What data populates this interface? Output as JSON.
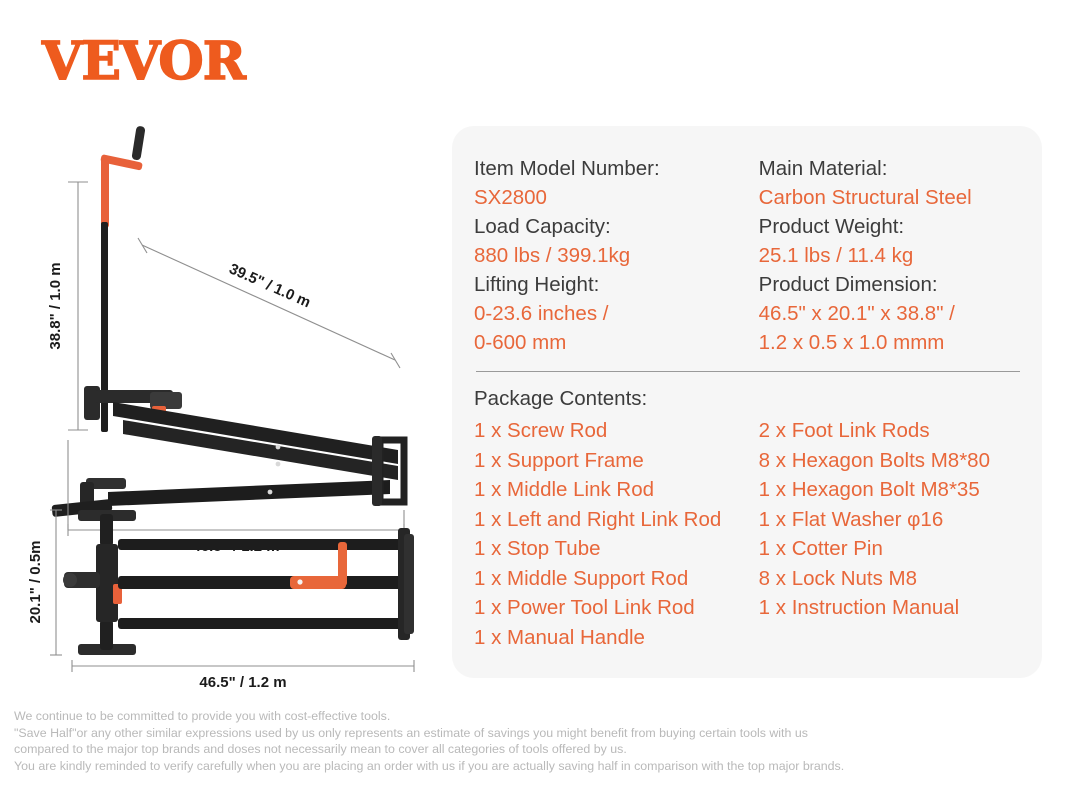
{
  "brand": {
    "logo_text": "VEVOR",
    "logo_color": "#ee5b1e"
  },
  "accent_color": "#e8673a",
  "diagrams": {
    "side_view": {
      "height_label": "38.8\" / 1.0 m",
      "diagonal_label": "39.5\" / 1.0 m",
      "width_label": "46.5\" / 1.2 m"
    },
    "top_view": {
      "depth_label": "20.1\" / 0.5m",
      "width_label": "46.5\" / 1.2 m"
    }
  },
  "specs": {
    "left": [
      {
        "label": "Item Model Number:",
        "value": "SX2800"
      },
      {
        "label": "Load Capacity:",
        "value": "880 lbs / 399.1kg"
      },
      {
        "label": "Lifting Height:",
        "value": "0-23.6 inches /"
      },
      {
        "label": "",
        "value": "0-600 mm"
      }
    ],
    "right": [
      {
        "label": "Main Material:",
        "value": "Carbon Structural Steel"
      },
      {
        "label": "Product Weight:",
        "value": "25.1 lbs / 11.4 kg"
      },
      {
        "label": "Product Dimension:",
        "value": "46.5\" x 20.1\" x 38.8\" /"
      },
      {
        "label": "",
        "value": "1.2 x 0.5 x 1.0 mmm"
      }
    ]
  },
  "package": {
    "title": "Package Contents:",
    "left": [
      "1 x Screw Rod",
      "1 x Support Frame",
      "1 x Middle Link Rod",
      "1 x Left and Right Link Rod",
      "1 x Stop Tube",
      "1 x Middle Support Rod",
      "1 x Power Tool Link Rod",
      "1 x Manual Handle"
    ],
    "right": [
      "2 x Foot Link Rods",
      "8 x Hexagon Bolts M8*80",
      "1 x Hexagon Bolt M8*35",
      "1 x Flat Washer φ16",
      "1 x Cotter Pin",
      "8 x Lock Nuts M8",
      "1 x Instruction Manual"
    ]
  },
  "footer": {
    "lines": [
      "We continue to be committed to provide you with cost-effective tools.",
      "\"Save Half\"or any other similar expressions used by us only represents an estimate of savings you might benefit from buying certain tools with us",
      "compared to the major top brands and doses not necessarily mean to cover all categories of tools offered by us.",
      "You are kindly reminded to verify carefully when you are placing an order with us if you are actually saving half in comparison with the top major brands."
    ]
  }
}
